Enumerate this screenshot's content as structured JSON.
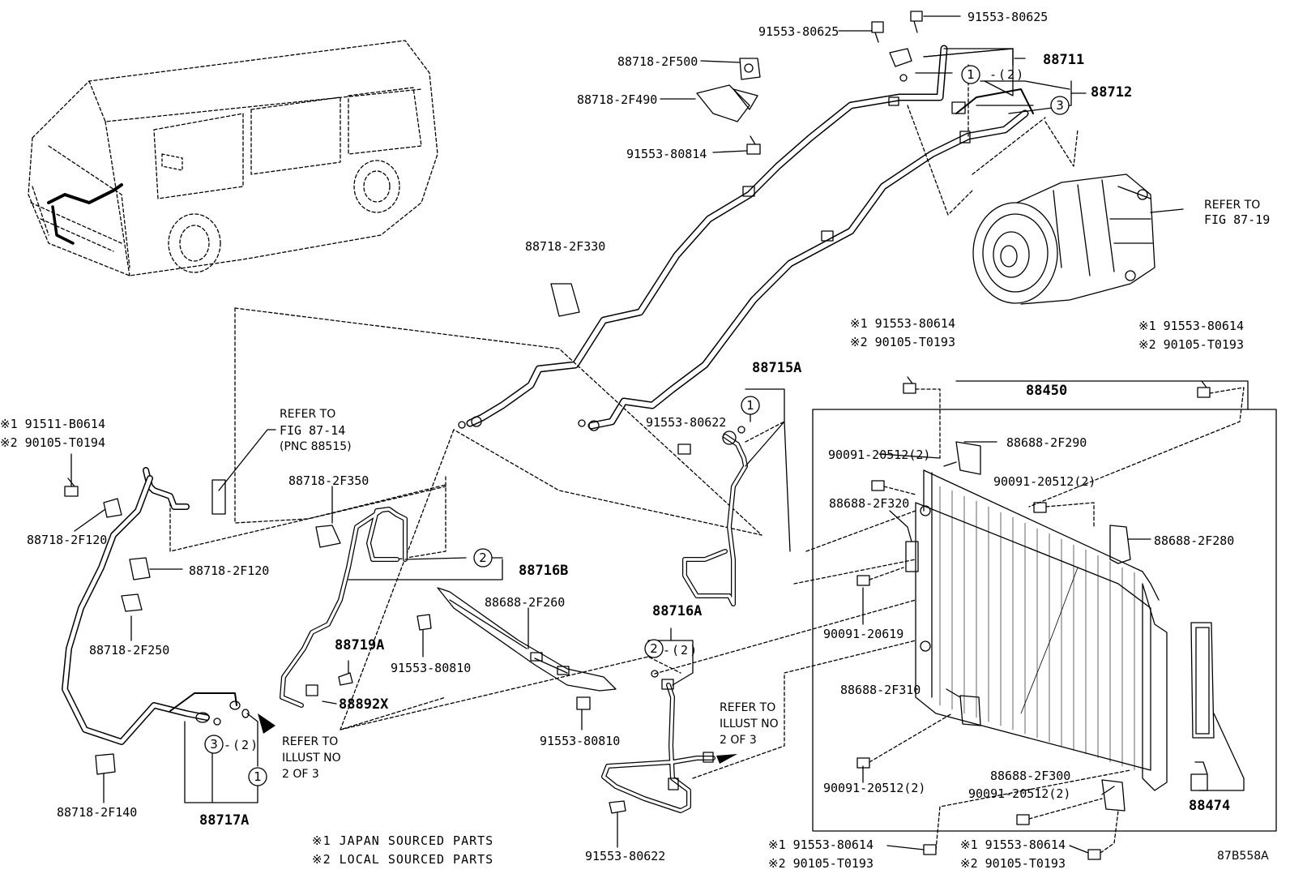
{
  "labels": {
    "p9155380625a": "91553-80625",
    "p9155380625b": "91553-80625",
    "p887182f500": "88718-2F500",
    "p88711": "88711",
    "c1q2": "1 -(2)",
    "p887182f490": "88718-2F490",
    "p88712": "88712",
    "p9155380814": "91553-80814",
    "refer8719a": "REFER TO",
    "refer8719b": "FIG 87-19",
    "p887182f330": "88718-2F330",
    "j1a": "※1 91553-80614",
    "j2a": "※2 90105-T0193",
    "j1b": "※1 91553-80614",
    "j2b": "※2 90105-T0193",
    "p88715a": "88715A",
    "p88450": "88450",
    "j1c": "※1 91511-B0614",
    "j2c": "※2 90105-T0194",
    "refer8714a": "REFER TO",
    "refer8714b": "FIG 87-14",
    "refer8714c": "(PNC 88515)",
    "p9155380622a": "91553-80622",
    "p900912051a": "90091-20512(2)",
    "p886882f290": "88688-2F290",
    "p887182f350": "88718-2F350",
    "p900912051b": "90091-20512(2)",
    "p886882f320": "88688-2F320",
    "p887182f120a": "88718-2F120",
    "p886882f280": "88688-2F280",
    "p887182f120b": "88718-2F120",
    "p88716b": "88716B",
    "p886882f260": "88688-2F260",
    "p9009120619": "90091-20619",
    "p88716a": "88716A",
    "p887182f250": "88718-2F250",
    "p88719a": "88719A",
    "c2q2": "2 -(2)",
    "p9155380810a": "91553-80810",
    "p886882f310": "88688-2F310",
    "p88892x": "88892X",
    "refer2of3a": "REFER TO",
    "refer2of3b": "ILLUST NO",
    "refer2of3c": "2 OF 3",
    "refer2of3d": "REFER TO",
    "refer2of3e": "ILLUST NO",
    "refer2of3f": "2 OF 3",
    "c3q2": "3 -(2)",
    "p9155380810b": "91553-80810",
    "p900912051c": "90091-20512(2)",
    "p886882f300": "88688-2F300",
    "p900912051d": "90091-20512(2)",
    "p887182f140": "88718-2F140",
    "p88474": "88474",
    "p88717a": "88717A",
    "note1": "※1 JAPAN SOURCED PARTS",
    "note2": "※2 LOCAL SOURCED PARTS",
    "p9155380622b": "91553-80622",
    "j1d": "※1 91553-80614",
    "j2d": "※2 90105-T0193",
    "j1e": "※1 91553-80614",
    "j2e": "※2 90105-T0193",
    "figcode": "87B558A"
  },
  "circles": {
    "c1a": "1",
    "c3a": "3",
    "c1b": "1",
    "c2a": "2",
    "c2b": "2",
    "c3b": "3",
    "c1c": "1"
  }
}
